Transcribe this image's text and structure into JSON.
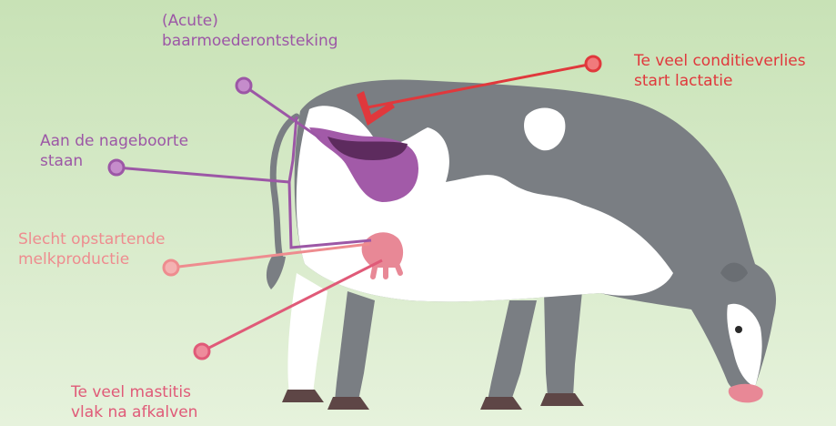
{
  "labels": {
    "acute_endometritis": {
      "line1": "(Acute)",
      "line2": "baarmoederontsteking"
    },
    "retained_placenta": {
      "line1": "Aan de nageboorte",
      "line2": "staan"
    },
    "slow_milk_start": {
      "line1": "Slecht opstartende",
      "line2": "melkproductie"
    },
    "mastitis": {
      "line1": "Te veel mastitis",
      "line2": "vlak na afkalven"
    },
    "condition_loss": {
      "line1": "Te veel conditieverlies",
      "line2": "start lactatie"
    }
  },
  "colors": {
    "background_top": "#c8e2b6",
    "background_bottom": "#e6f2dc",
    "cow_grey": "#7a7e83",
    "cow_white": "#ffffff",
    "hoof": "#5e4646",
    "nose": "#e88896",
    "uterus_purple": "#a25aa8",
    "uterus_dark": "#5d2b5e",
    "purple": "#9c57a6",
    "light_pink": "#ee8c8f",
    "pink": "#e05a78",
    "red": "#e0383c"
  }
}
